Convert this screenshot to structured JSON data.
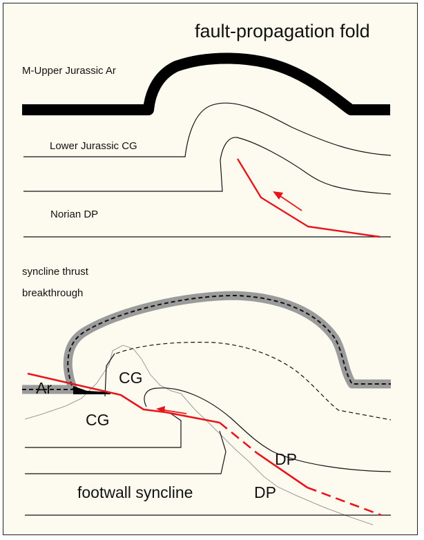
{
  "title": "fault-propagation fold",
  "upper_panel": {
    "labels": {
      "ar": "M-Upper Jurassic Ar",
      "cg": "Lower Jurassic CG",
      "dp": "Norian DP"
    }
  },
  "lower_panel": {
    "heading_line1": "syncline thrust",
    "heading_line2": "breakthrough",
    "labels": {
      "ar": "Ar",
      "cg_upper": "CG",
      "cg_lower": "CG",
      "dp_upper": "DP",
      "dp_lower": "DP",
      "footwall": "footwall syncline"
    }
  },
  "colors": {
    "background": "#fdfbf0",
    "fault": "#e8141b",
    "ar_bed": "#000000",
    "ar_bed_lower": "#9b9b9b",
    "topography": "#9a9a9a"
  }
}
